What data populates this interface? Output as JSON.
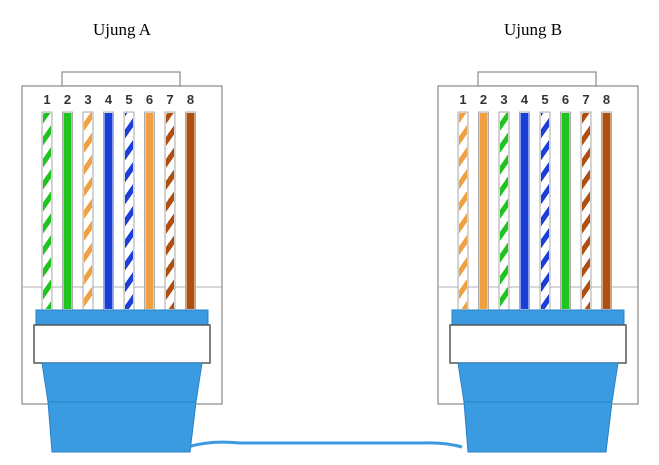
{
  "connectors": [
    {
      "title": "Ujung A",
      "pins": [
        {
          "number": "1",
          "color": "#1fc41f",
          "striped": true
        },
        {
          "number": "2",
          "color": "#1fc41f",
          "striped": false
        },
        {
          "number": "3",
          "color": "#f0a040",
          "striped": true
        },
        {
          "number": "4",
          "color": "#1a3fd9",
          "striped": false
        },
        {
          "number": "5",
          "color": "#1a3fd9",
          "striped": true
        },
        {
          "number": "6",
          "color": "#f0a040",
          "striped": false
        },
        {
          "number": "7",
          "color": "#b05010",
          "striped": true
        },
        {
          "number": "8",
          "color": "#b05010",
          "striped": false
        }
      ]
    },
    {
      "title": "Ujung B",
      "pins": [
        {
          "number": "1",
          "color": "#f0a040",
          "striped": true
        },
        {
          "number": "2",
          "color": "#f0a040",
          "striped": false
        },
        {
          "number": "3",
          "color": "#1fc41f",
          "striped": true
        },
        {
          "number": "4",
          "color": "#1a3fd9",
          "striped": false
        },
        {
          "number": "5",
          "color": "#1a3fd9",
          "striped": true
        },
        {
          "number": "6",
          "color": "#1fc41f",
          "striped": false
        },
        {
          "number": "7",
          "color": "#b05010",
          "striped": true
        },
        {
          "number": "8",
          "color": "#b05010",
          "striped": false
        }
      ]
    }
  ],
  "colors": {
    "boot_blue": "#3b9be0",
    "boot_dark": "#2a82c8",
    "cable": "#3b9be0",
    "housing_border": "#8a8a8a"
  }
}
